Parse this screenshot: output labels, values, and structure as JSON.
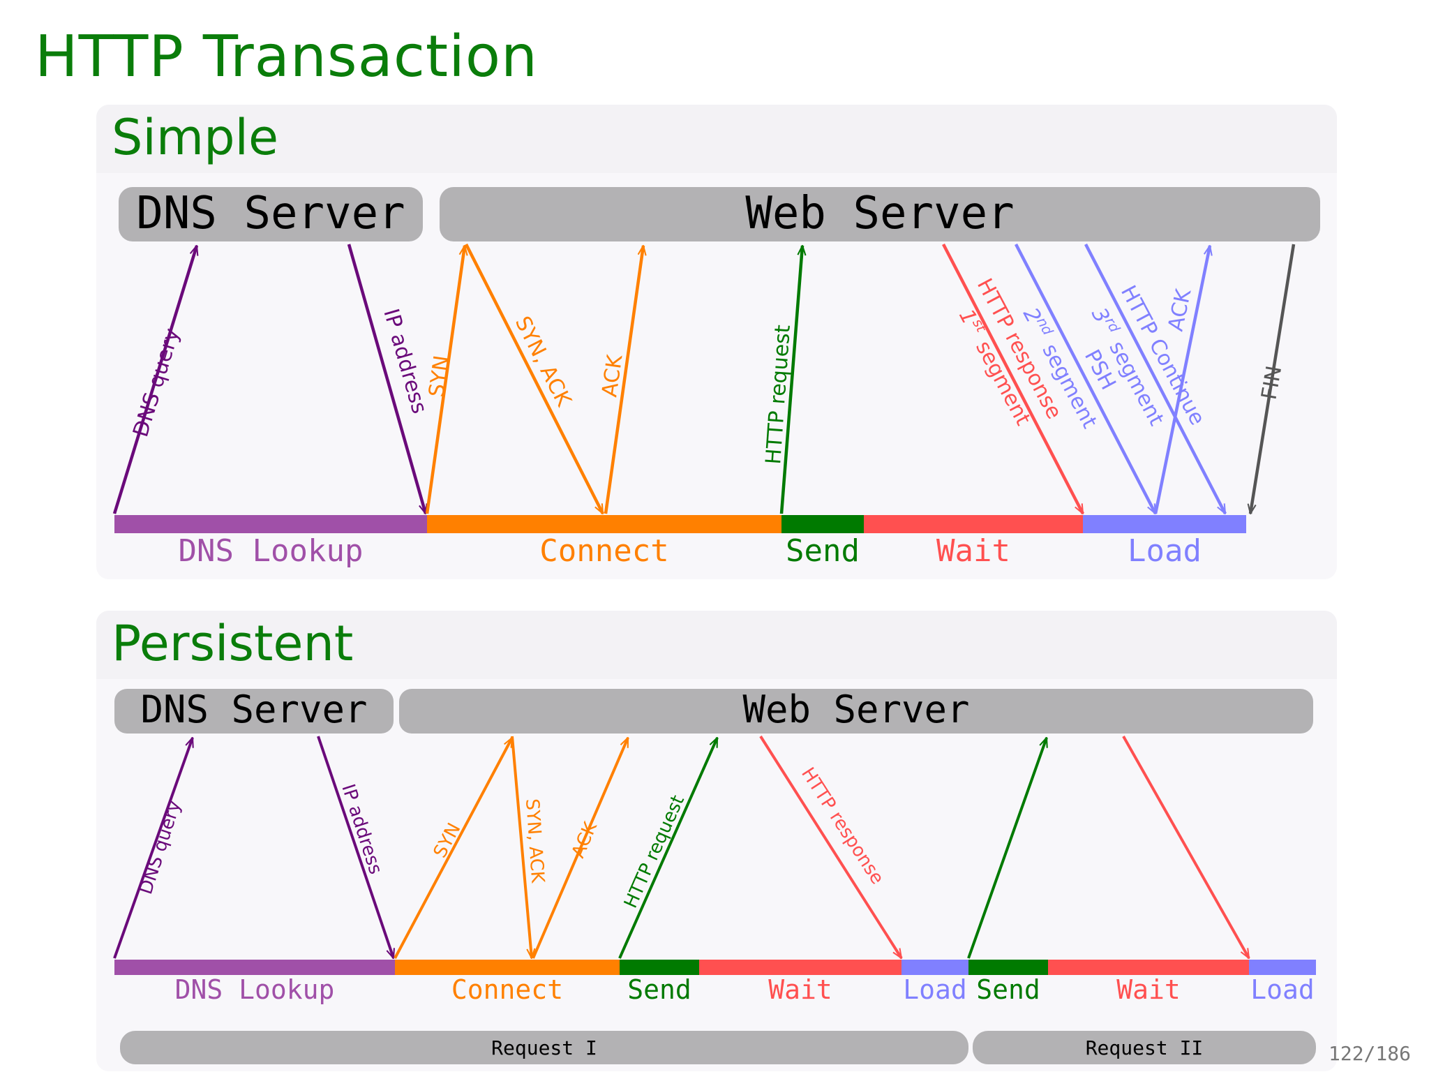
{
  "title": "HTTP Transaction",
  "colors": {
    "title": "#0a7d0a",
    "dns": "#a050a8",
    "dns_arrow": "#6a0a7a",
    "connect": "#ff8000",
    "send": "#007a00",
    "wait": "#ff5050",
    "load": "#8080ff",
    "fin": "#555555",
    "server_box": "#b3b2b4"
  },
  "simple": {
    "title": "Simple",
    "dns_server": "DNS Server",
    "web_server": "Web Server",
    "phases": {
      "dns": "DNS Lookup",
      "connect": "Connect",
      "send": "Send",
      "wait": "Wait",
      "load": "Load"
    },
    "arrows": {
      "dns_query": "DNS query",
      "ip_address": "IP address",
      "syn": "SYN",
      "syn_ack": "SYN, ACK",
      "ack": "ACK",
      "http_request": "HTTP request",
      "http_response": "HTTP response",
      "seg1_num": "1",
      "seg1_sup": "st",
      "seg1_word": "segment",
      "seg2_num": "2",
      "seg2_sup": "nd",
      "seg2_word": "segment",
      "psh": "PSH",
      "seg3_num": "3",
      "seg3_sup": "rd",
      "seg3_word": "segment",
      "http_continue": "HTTP Continue",
      "ack2": "ACK",
      "fin": "FIN"
    }
  },
  "persistent": {
    "title": "Persistent",
    "dns_server": "DNS Server",
    "web_server": "Web Server",
    "phases": {
      "dns": "DNS Lookup",
      "connect": "Connect",
      "send1": "Send",
      "wait1": "Wait",
      "load1": "Load",
      "send2": "Send",
      "wait2": "Wait",
      "load2": "Load"
    },
    "arrows": {
      "dns_query": "DNS query",
      "ip_address": "IP address",
      "syn": "SYN",
      "syn_ack": "SYN, ACK",
      "ack": "ACK",
      "http_request": "HTTP request",
      "http_response": "HTTP response"
    },
    "requests": {
      "req1": "Request I",
      "req2": "Request II"
    }
  },
  "page_number": "122/186"
}
